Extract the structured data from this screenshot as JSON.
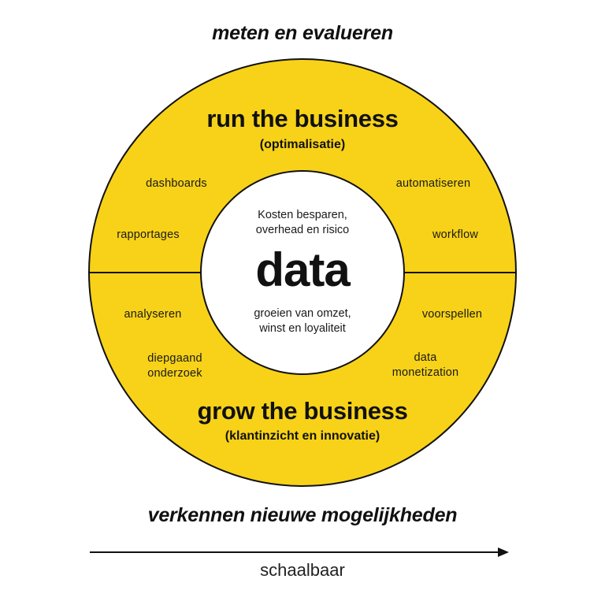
{
  "colors": {
    "ring": "#f7d218",
    "outline": "#111111",
    "center": "#ffffff"
  },
  "top_caption": "meten en evalueren",
  "bottom_caption": "verkennen nieuwe mogelijkheden",
  "run": {
    "title": "run the business",
    "subtitle": "(optimalisatie)",
    "items": [
      "dashboards",
      "rapportages",
      "automatiseren",
      "workflow"
    ]
  },
  "grow": {
    "title": "grow the business",
    "subtitle": "(klantinzicht en innovatie)",
    "items": [
      "analyseren",
      "diepgaand\nonderzoek",
      "voorspellen",
      "data\nmonetization"
    ]
  },
  "center": {
    "top_text": "Kosten besparen,\noverhead en risico",
    "word": "data",
    "bottom_text": "groeien van omzet,\nwinst en loyaliteit"
  },
  "scale": {
    "label": "schaalbaar"
  }
}
